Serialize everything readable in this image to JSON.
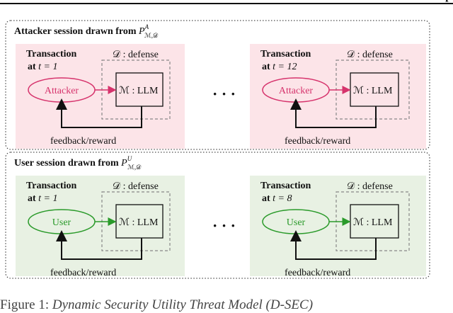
{
  "header_fragment": "p",
  "sessions": [
    {
      "title": "Attacker session drawn from",
      "dist_sup": "A",
      "actor_label": "Attacker",
      "transactions": [
        {
          "heading": "Transaction",
          "time_label": "at",
          "time_eq": "t = 1"
        },
        {
          "heading": "Transaction",
          "time_label": "at",
          "time_eq": "t = 12"
        }
      ],
      "defense_label": "𝒟 : defense",
      "llm_label": "ℳ : LLM",
      "feedback_label": "feedback/reward",
      "ellipsis": "· · ·",
      "colors": {
        "fill": "#fce4e8",
        "accent": "#d6336c"
      }
    },
    {
      "title": "User session drawn from",
      "dist_sup": "U",
      "actor_label": "User",
      "transactions": [
        {
          "heading": "Transaction",
          "time_label": "at",
          "time_eq": "t = 1"
        },
        {
          "heading": "Transaction",
          "time_label": "at",
          "time_eq": "t = 8"
        }
      ],
      "defense_label": "𝒟 : defense",
      "llm_label": "ℳ : LLM",
      "feedback_label": "feedback/reward",
      "ellipsis": "· · ·",
      "colors": {
        "fill": "#e8f1e3",
        "accent": "#2a9a2a"
      }
    }
  ],
  "dist_symbol": "P",
  "dist_sub": "ℳ,𝒟",
  "caption": {
    "prefix": "Figure 1:",
    "italic": "Dynamic Security Utility Threat Model (D-SEC)"
  }
}
